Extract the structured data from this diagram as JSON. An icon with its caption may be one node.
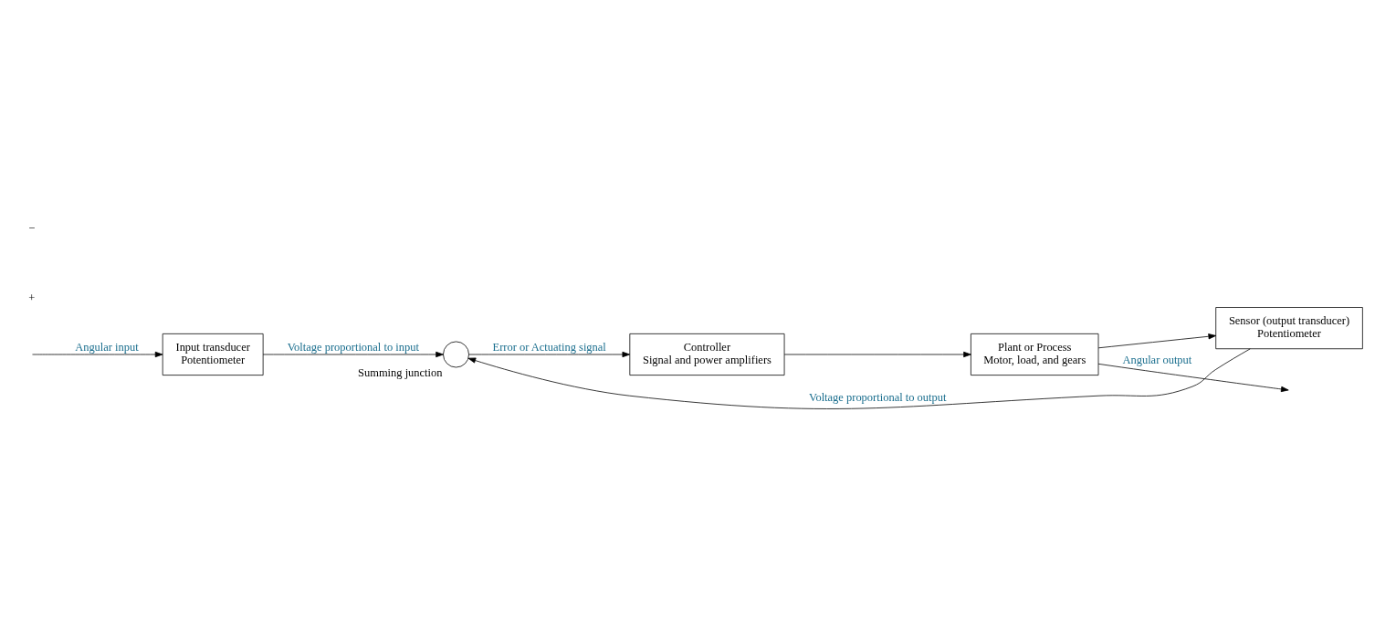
{
  "diagram": {
    "nodes": [
      {
        "text": [
          "Input transducer",
          "Potentiometer"
        ]
      },
      {
        "text": [],
        "shape": "circle",
        "beside": [
          "Summing junction"
        ]
      },
      {
        "text": [
          "Controller",
          "Signal and power amplifiers"
        ]
      },
      {
        "text": [
          "Plant or Process",
          "Motor, load, and gears"
        ]
      },
      {
        "text": [
          "Sensor (output transducer)",
          "Potentiometer"
        ]
      }
    ],
    "edges": [
      {
        "from": null,
        "to": 0,
        "arrow": "to",
        "label": "Angular input"
      },
      {
        "from": 0,
        "to": 1,
        "arrow": "to",
        "label": "Voltage proportional to input"
      },
      {
        "from": 1,
        "to": 2,
        "arrow": "to",
        "label": "Error or Actuating signal"
      },
      {
        "from": 2,
        "to": 3,
        "arrow": "to"
      },
      {
        "from": 3,
        "to": null,
        "arrow": "to",
        "label": "Angular output"
      },
      {
        "from": 3,
        "to": 4,
        "arrow": "to"
      },
      {
        "from": 4,
        "to": 1,
        "arrow": "to",
        "label": "Voltage proportional to output"
      }
    ],
    "labels": [
      "+",
      "−"
    ]
  }
}
